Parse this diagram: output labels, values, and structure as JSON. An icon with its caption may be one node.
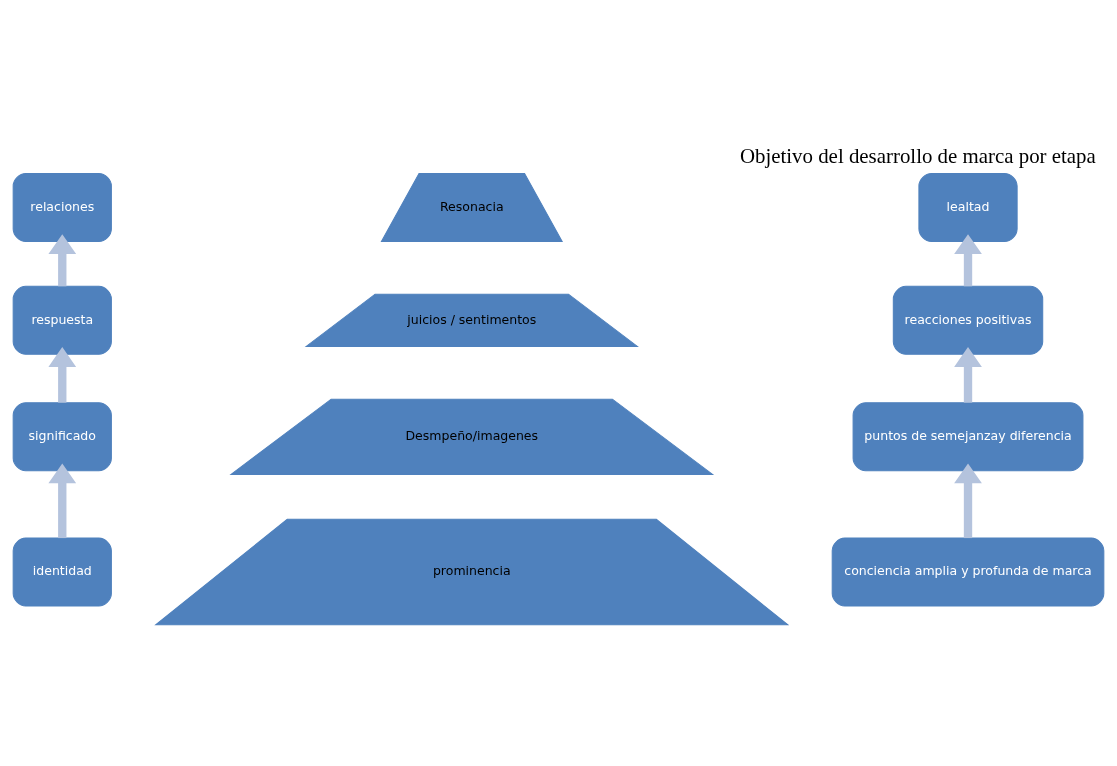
{
  "diagram": {
    "title": "Objetivo del desarrollo de marca por etapa",
    "nodes": [
      {
        "text": [
          "relaciones"
        ]
      },
      {
        "text": [
          "respuesta"
        ]
      },
      {
        "text": [
          "significado"
        ]
      },
      {
        "text": [
          "identidad"
        ]
      },
      {
        "text": [
          "Resonacia"
        ]
      },
      {
        "text": [
          "juicios / sentimentos"
        ]
      },
      {
        "text": [
          "Desmpeño/imagenes"
        ]
      },
      {
        "text": [
          "prominencia"
        ]
      },
      {
        "text": [
          "lealtad"
        ]
      },
      {
        "text": [
          "reacciones positivas"
        ]
      },
      {
        "text": [
          "puntos de semejanzay diferencia"
        ]
      },
      {
        "text": [
          "conciencia amplia y profunda de marca"
        ]
      }
    ],
    "edges": [
      {
        "from": 3,
        "to": 2,
        "arrow": "to"
      },
      {
        "from": 2,
        "to": 1,
        "arrow": "to"
      },
      {
        "from": 1,
        "to": 0,
        "arrow": "to"
      },
      {
        "from": 11,
        "to": 10,
        "arrow": "to"
      },
      {
        "from": 10,
        "to": 9,
        "arrow": "to"
      },
      {
        "from": 9,
        "to": 8,
        "arrow": "to"
      }
    ]
  }
}
